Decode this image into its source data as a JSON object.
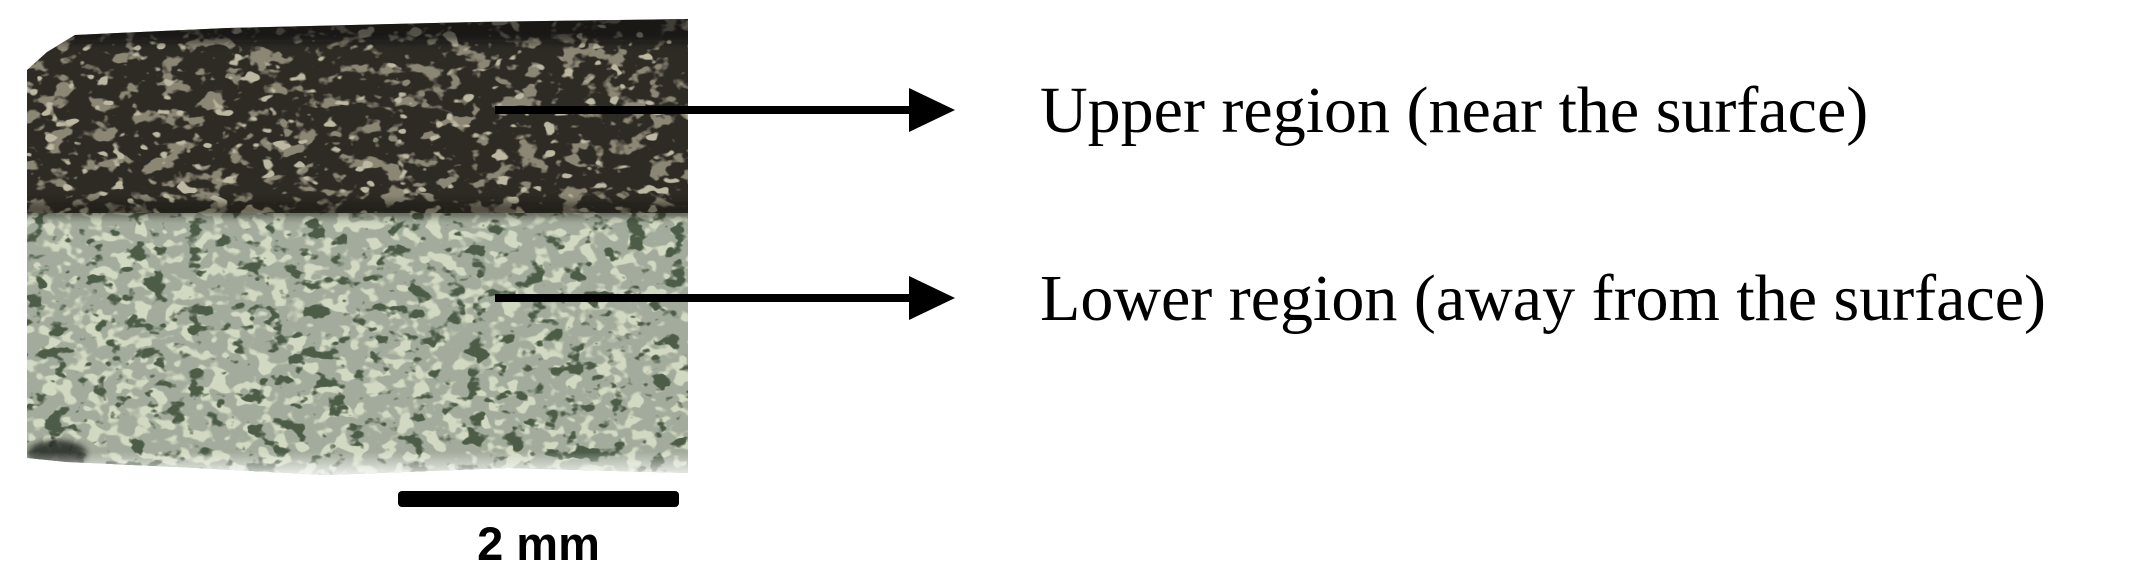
{
  "figure": {
    "background_color": "#ffffff",
    "micrograph": {
      "scale_bar": {
        "label": "2 mm",
        "color": "#000000"
      },
      "upper_region": {
        "base_color": "#2e2b25",
        "speckle_color": "#8c897b"
      },
      "lower_region": {
        "base_color": "#a3ac9c",
        "speckle_dark": "#4a5646",
        "speckle_light": "#ccd3c3"
      }
    },
    "annotations": {
      "upper": {
        "label": "Upper region (near the surface)"
      },
      "lower": {
        "label": "Lower region (away from the surface)"
      }
    },
    "colors": {
      "arrow": "#000000",
      "label_text": "#000000"
    }
  }
}
